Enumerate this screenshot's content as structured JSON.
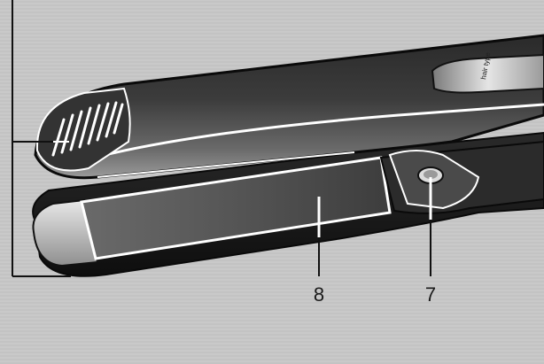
{
  "diagram": {
    "callouts": [
      {
        "id": "8",
        "label": "8"
      },
      {
        "id": "7",
        "label": "7"
      }
    ],
    "printed_text": {
      "selector_text": "hair type"
    },
    "colors": {
      "background": "#c8c8c8",
      "device_body": "#1b1b1b",
      "plate": "#5a5a5a",
      "highlight": "#ffffff",
      "leader_line": "#ffffff",
      "outline": "#111111"
    }
  }
}
